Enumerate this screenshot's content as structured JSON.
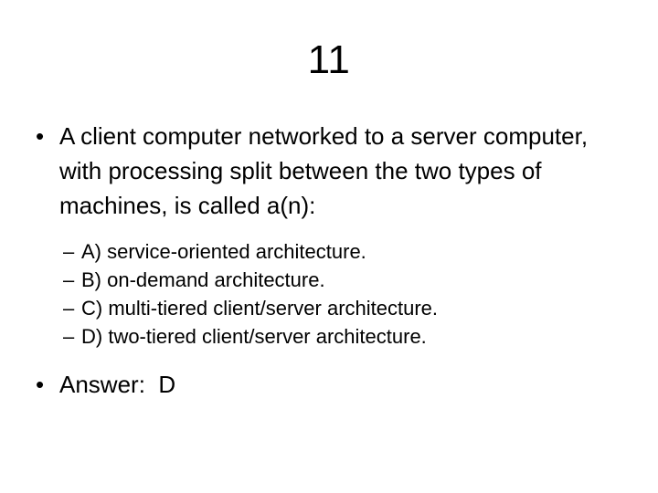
{
  "slide": {
    "title": "11",
    "background_color": "#ffffff",
    "text_color": "#000000",
    "bullet_glyph": "•",
    "sub_bullet_glyph": "–",
    "question": {
      "text": "A client computer networked to a server computer, with processing split between the two types of machines, is called a(n):"
    },
    "choices": [
      {
        "label": "A) service-oriented architecture."
      },
      {
        "label": "B) on-demand architecture."
      },
      {
        "label": "C) multi-tiered client/server architecture."
      },
      {
        "label": "D) two-tiered client/server architecture."
      }
    ],
    "answer": {
      "text": "Answer:  D"
    }
  }
}
